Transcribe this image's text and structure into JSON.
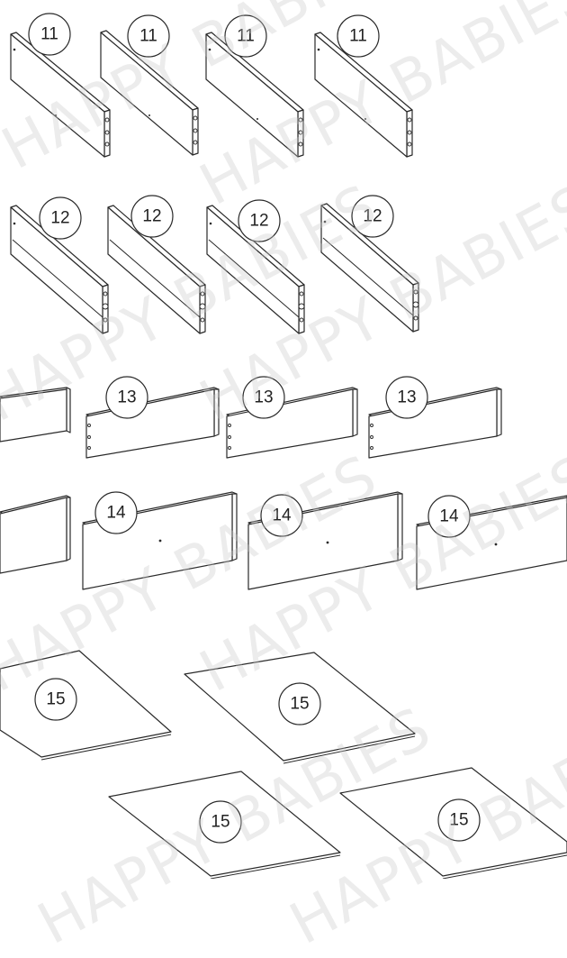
{
  "watermark": "HAPPY BABIES",
  "parts": {
    "row_11": [
      "11",
      "11",
      "11",
      "11"
    ],
    "row_12": [
      "12",
      "12",
      "12",
      "12"
    ],
    "row_13": [
      "13",
      "13",
      "13"
    ],
    "row_14": [
      "14",
      "14",
      "14"
    ],
    "row_15": [
      "15",
      "15",
      "15",
      "15"
    ]
  }
}
